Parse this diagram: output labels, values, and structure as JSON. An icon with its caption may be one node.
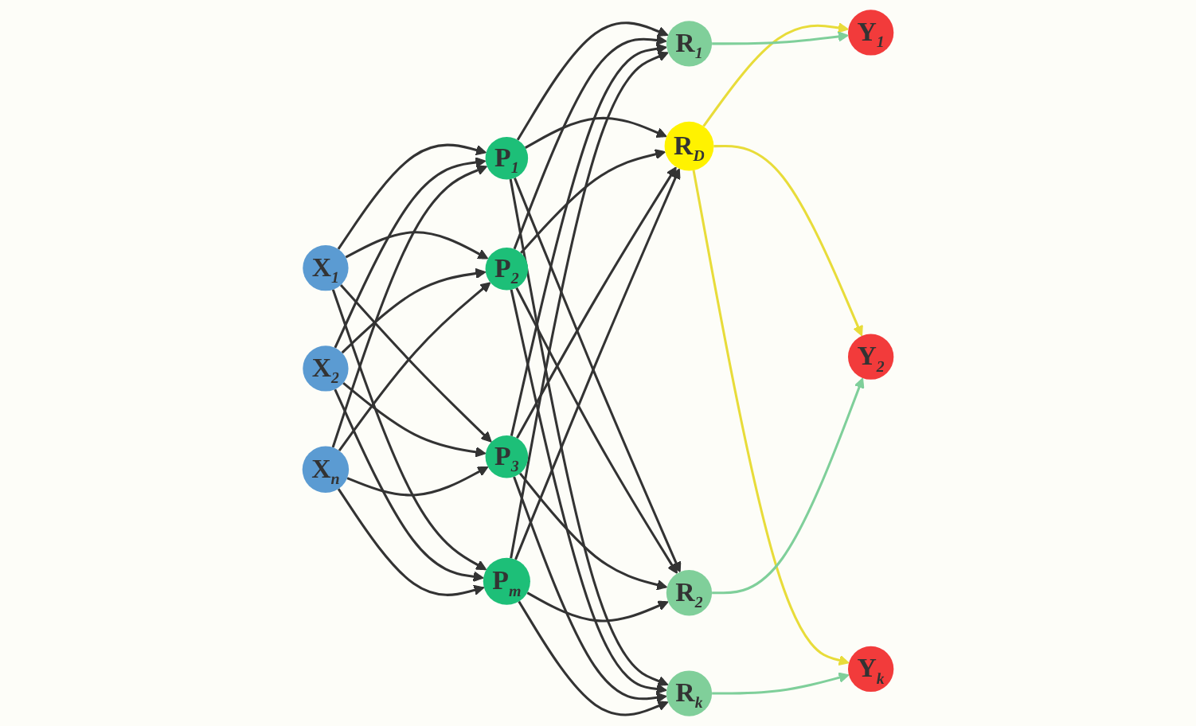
{
  "diagram": {
    "nodes": [
      {
        "text": [
          "X$_{1}$"
        ]
      },
      {
        "text": [
          "X$_{2}$"
        ]
      },
      {
        "text": [
          "X$_{n}$"
        ]
      },
      {
        "text": [
          "P$_{1}$"
        ]
      },
      {
        "text": [
          "P$_{2}$"
        ]
      },
      {
        "text": [
          "P$_{3}$"
        ]
      },
      {
        "text": [
          "P$_{m}$"
        ]
      },
      {
        "text": [
          "R$_{D}$"
        ]
      },
      {
        "text": [
          "R$_{1}$"
        ]
      },
      {
        "text": [
          "R$_{2}$"
        ]
      },
      {
        "text": [
          "R$_{k}$"
        ]
      },
      {
        "text": [
          "Y$_{1}$"
        ]
      },
      {
        "text": [
          "Y$_{2}$"
        ]
      },
      {
        "text": [
          "Y$_{k}$"
        ]
      }
    ],
    "edges": [
      {
        "from": 0,
        "to": 3,
        "arrow": "to"
      },
      {
        "from": 0,
        "to": 4,
        "arrow": "to"
      },
      {
        "from": 0,
        "to": 5,
        "arrow": "to"
      },
      {
        "from": 0,
        "to": 6,
        "arrow": "to"
      },
      {
        "from": 1,
        "to": 3,
        "arrow": "to"
      },
      {
        "from": 1,
        "to": 4,
        "arrow": "to"
      },
      {
        "from": 1,
        "to": 5,
        "arrow": "to"
      },
      {
        "from": 1,
        "to": 6,
        "arrow": "to"
      },
      {
        "from": 2,
        "to": 3,
        "arrow": "to"
      },
      {
        "from": 2,
        "to": 4,
        "arrow": "to"
      },
      {
        "from": 2,
        "to": 5,
        "arrow": "to"
      },
      {
        "from": 2,
        "to": 6,
        "arrow": "to"
      },
      {
        "from": 3,
        "to": 7,
        "arrow": "to"
      },
      {
        "from": 3,
        "to": 8,
        "arrow": "to"
      },
      {
        "from": 3,
        "to": 9,
        "arrow": "to"
      },
      {
        "from": 3,
        "to": 10,
        "arrow": "to"
      },
      {
        "from": 4,
        "to": 7,
        "arrow": "to"
      },
      {
        "from": 4,
        "to": 8,
        "arrow": "to"
      },
      {
        "from": 4,
        "to": 9,
        "arrow": "to"
      },
      {
        "from": 4,
        "to": 10,
        "arrow": "to"
      },
      {
        "from": 5,
        "to": 7,
        "arrow": "to"
      },
      {
        "from": 5,
        "to": 8,
        "arrow": "to"
      },
      {
        "from": 5,
        "to": 9,
        "arrow": "to"
      },
      {
        "from": 5,
        "to": 10,
        "arrow": "to"
      },
      {
        "from": 6,
        "to": 7,
        "arrow": "to"
      },
      {
        "from": 6,
        "to": 8,
        "arrow": "to"
      },
      {
        "from": 6,
        "to": 9,
        "arrow": "to"
      },
      {
        "from": 6,
        "to": 10,
        "arrow": "to"
      },
      {
        "from": 7,
        "to": 11,
        "arrow": "to",
        "color": "#e8dc3a"
      },
      {
        "from": 7,
        "to": 12,
        "arrow": "to",
        "color": "#e8dc3a"
      },
      {
        "from": 7,
        "to": 13,
        "arrow": "to",
        "color": "#e8dc3a"
      },
      {
        "from": 8,
        "to": 11,
        "arrow": "to",
        "color": "#7fcf9a"
      },
      {
        "from": 9,
        "to": 12,
        "arrow": "to",
        "color": "#7fcf9a"
      },
      {
        "from": 10,
        "to": 13,
        "arrow": "to",
        "color": "#7fcf9a"
      }
    ]
  }
}
